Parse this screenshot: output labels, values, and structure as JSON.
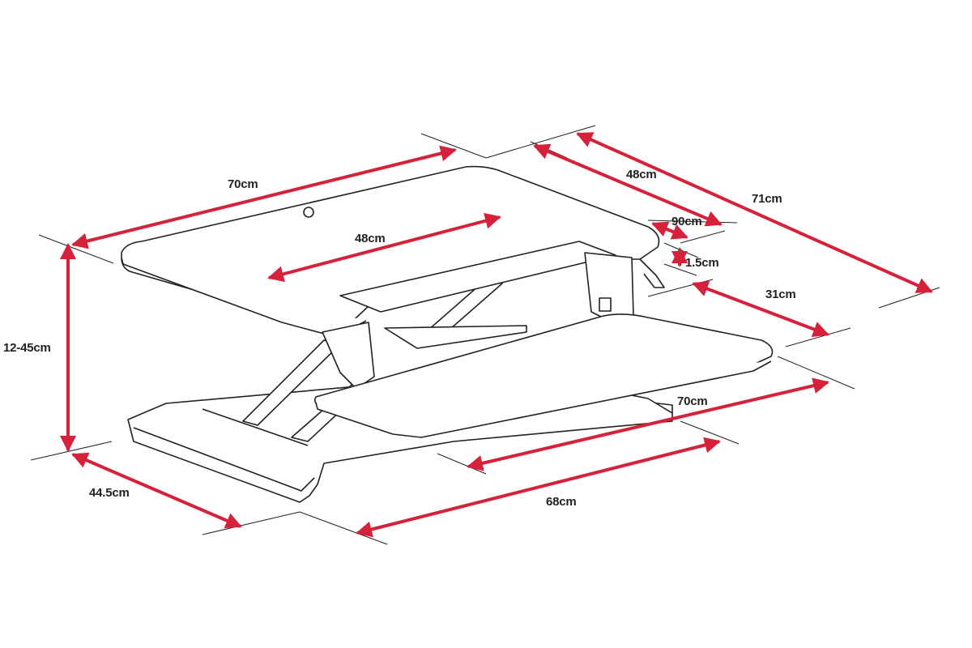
{
  "accent_color": "#d6213a",
  "dimensions": {
    "top_width": "70cm",
    "top_depth": "48cm",
    "overall_depth": "71cm",
    "clearance": "90cm",
    "thickness": "1.5cm",
    "inner_width": "48cm",
    "keyboard_depth": "31cm",
    "height_range": "12-45cm",
    "keyboard_width": "70cm",
    "base_depth": "44.5cm",
    "base_width": "68cm"
  }
}
